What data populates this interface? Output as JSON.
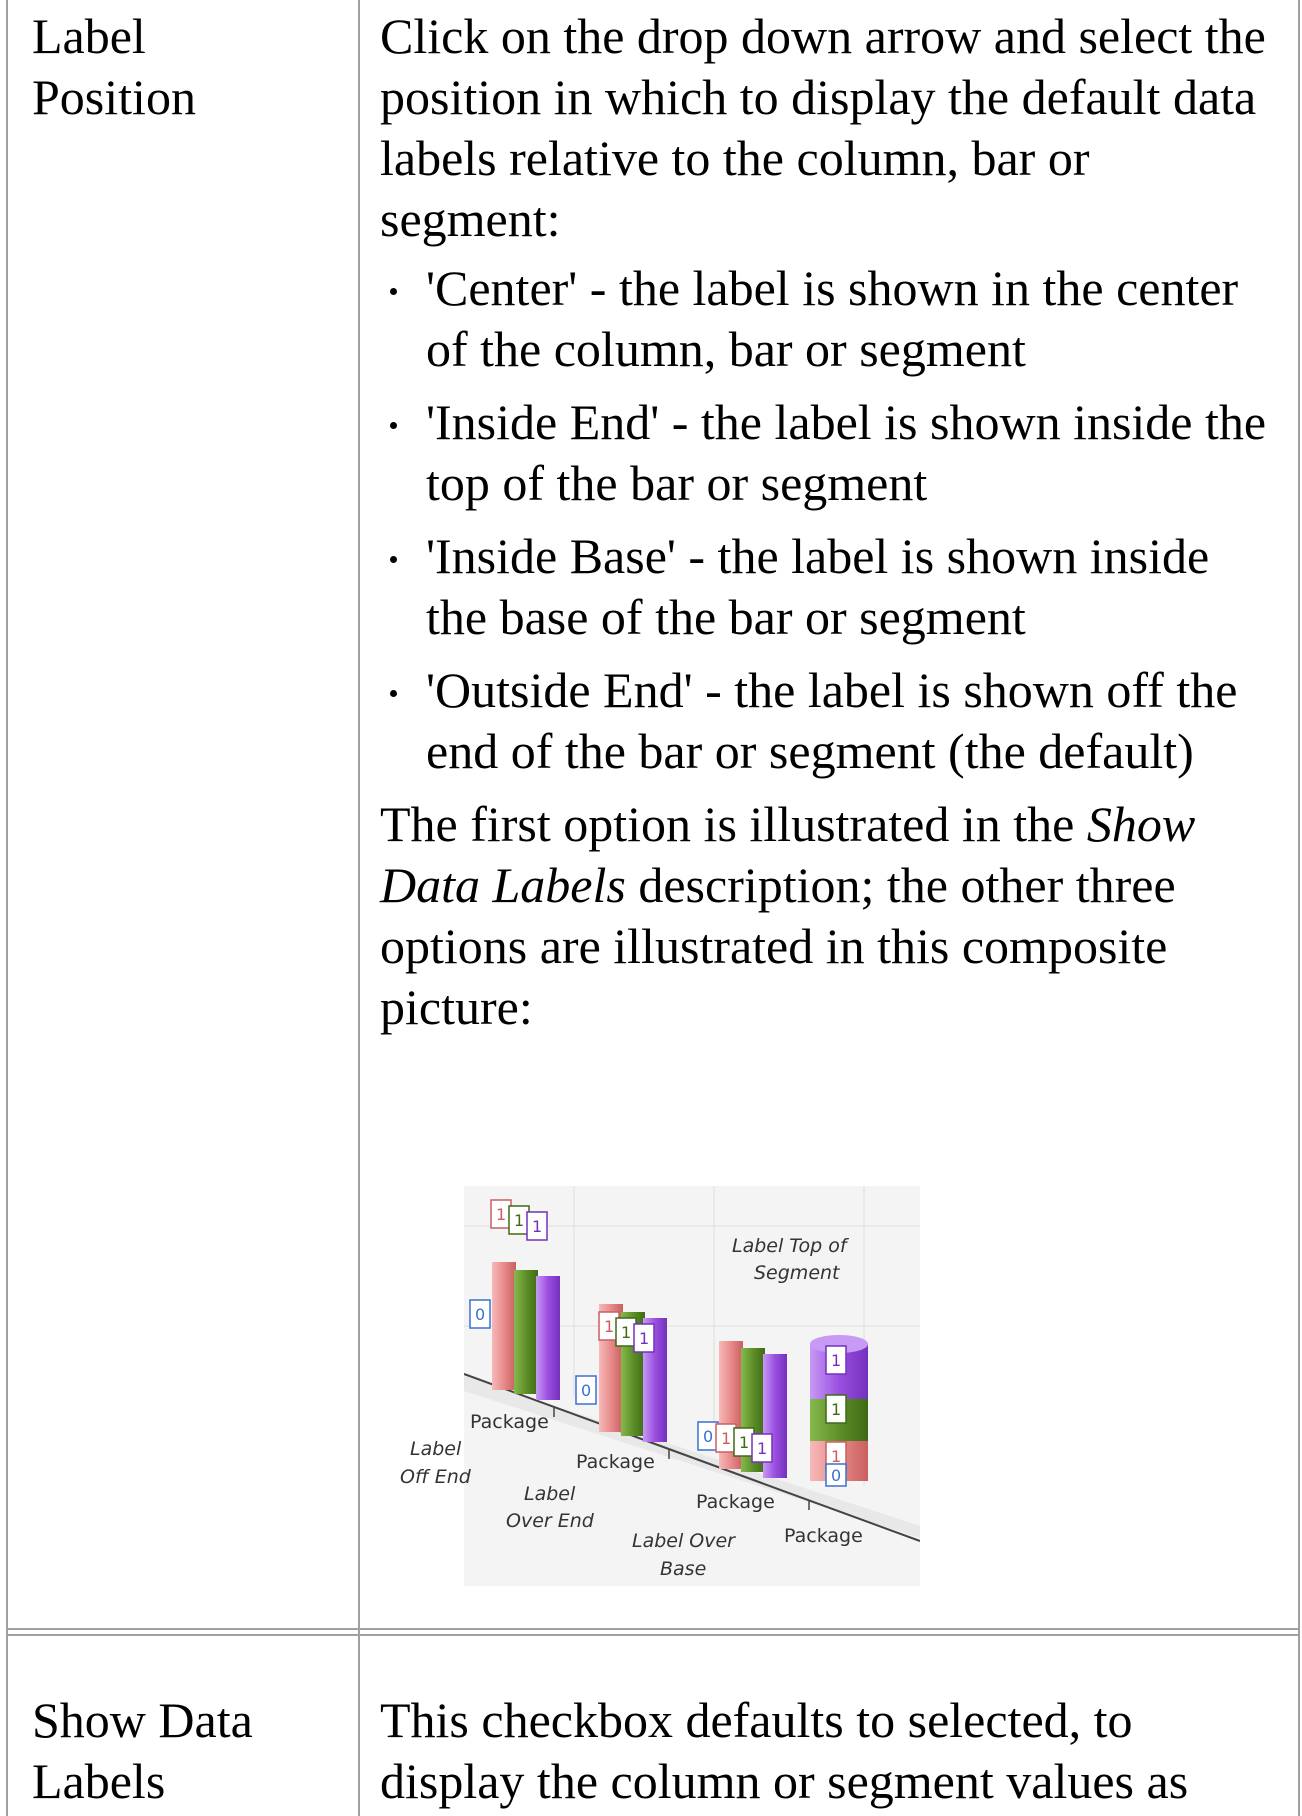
{
  "rows": [
    {
      "term_lines": [
        "Label",
        "Position"
      ],
      "intro": "Click on the drop down arrow and select the position in which to display the default data labels relative to the column, bar or segment:",
      "options": [
        "'Center' - the label is shown in the center of the column, bar or segment",
        "'Inside End' - the label is shown inside the top of the bar or segment",
        "'Inside Base' - the label is shown inside the base of the bar or segment",
        "'Outside End' - the label is shown off the end of the bar or segment (the default)"
      ],
      "outro_before": "The first option is illustrated in the ",
      "outro_italic": "Show Data Labels",
      "outro_after": " description; the other three options are illustrated in this composite picture:"
    },
    {
      "term_lines": [
        "Show Data",
        "Labels"
      ],
      "text": "This checkbox defaults to selected, to display the column or segment values as"
    }
  ],
  "figure": {
    "category_labels": [
      "Package",
      "Package",
      "Package",
      "Package"
    ],
    "annotations": {
      "off_end": [
        "Label",
        "Off End"
      ],
      "over_end": [
        "Label",
        "Over End"
      ],
      "over_base": [
        "Label Over",
        "Base"
      ],
      "top_of_segment": [
        "Label Top of",
        "Segment"
      ]
    },
    "value_labels": {
      "group1": [
        "1",
        "1",
        "1"
      ],
      "group1_zero": "0",
      "group2": [
        "1",
        "1",
        "1"
      ],
      "group2_zero": "0",
      "group3": [
        "0",
        "1",
        "1",
        "1"
      ],
      "group4": [
        "1",
        "1",
        "1"
      ],
      "group4_zero": "0"
    },
    "colors": {
      "red": "#e88a8a",
      "green": "#5e8f2a",
      "purple": "#9b4fe0",
      "zero_box": "#3b6fd1"
    }
  }
}
